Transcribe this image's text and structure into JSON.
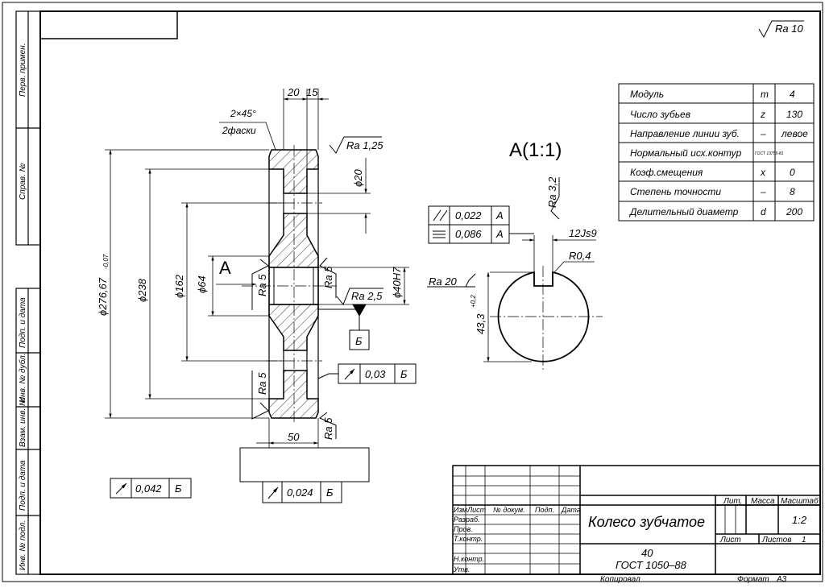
{
  "roughness_general": "Ra 10",
  "side_stamps": [
    "Перв. примен.",
    "Справ. №",
    "Подп. и дата",
    "Инв. № дубл.",
    "Взам. инв. №",
    "Подп. и дата",
    "Инв. № подл."
  ],
  "params": [
    {
      "name": "Модуль",
      "sym": "m",
      "val": "4"
    },
    {
      "name": "Число зубьев",
      "sym": "z",
      "val": "130"
    },
    {
      "name": "Направление линии зуб.",
      "sym": "–",
      "val": "левое"
    },
    {
      "name": "Нормальный исх.контур",
      "sym": "ГОСТ 13755-81",
      "val": ""
    },
    {
      "name": "Коэф.смещения",
      "sym": "x",
      "val": "0"
    },
    {
      "name": "Степень точности",
      "sym": "–",
      "val": "8"
    },
    {
      "name": "Делительный диаметр",
      "sym": "d",
      "val": "200"
    }
  ],
  "dims": {
    "d276": "ϕ276,67",
    "d276_tol": "-0,07",
    "d238": "ϕ238",
    "d162": "ϕ162",
    "d64": "ϕ64",
    "d20": "ϕ20",
    "d40": "ϕ40H7",
    "w20": "20",
    "w15": "15",
    "w50": "50",
    "chamfer1": "2×45°",
    "chamfer2": "2фаски",
    "key": "12Js9",
    "r04": "R0,4",
    "d433": "43,3",
    "d433_tol": "+0,2"
  },
  "rough": {
    "ra125": "Ra 1,25",
    "ra5_a": "Ra 5",
    "ra5_b": "Ra 5",
    "ra5_c": "Ra 5",
    "ra5_d": "Ra 5",
    "ra25": "Ra 2,5",
    "ra20": "Ra 20",
    "ra32": "Ra 3,2"
  },
  "datum": "Б",
  "section_A": "А",
  "view_title": "А(1:1)",
  "tolerances": [
    {
      "sym": "//",
      "val": "0,022",
      "base": "А"
    },
    {
      "sym": "≡",
      "val": "0,086",
      "base": "А"
    },
    {
      "sym": "↗",
      "val": "0,03",
      "base": "Б"
    },
    {
      "sym": "↗",
      "val": "0,042",
      "base": "Б"
    },
    {
      "sym": "↗",
      "val": "0,024",
      "base": "Б"
    }
  ],
  "title_block": {
    "col_labels": [
      "Изм.",
      "Лист",
      "№ докум.",
      "Подп.",
      "Дата"
    ],
    "row_labels": [
      "Разраб.",
      "Пров.",
      "Т.контр.",
      "Н.контр.",
      "Утв."
    ],
    "name": "Колесо зубчатое",
    "material_1": "40",
    "material_2": "ГОСТ 1050–88",
    "lit": "Лит.",
    "mass": "Масса",
    "scale_label": "Масштаб",
    "scale_value": "1:2",
    "sheet": "Лист",
    "sheets": "Листов",
    "sheets_count": "1",
    "copied": "Копировал",
    "format": "Формат",
    "format_value": "А3"
  }
}
